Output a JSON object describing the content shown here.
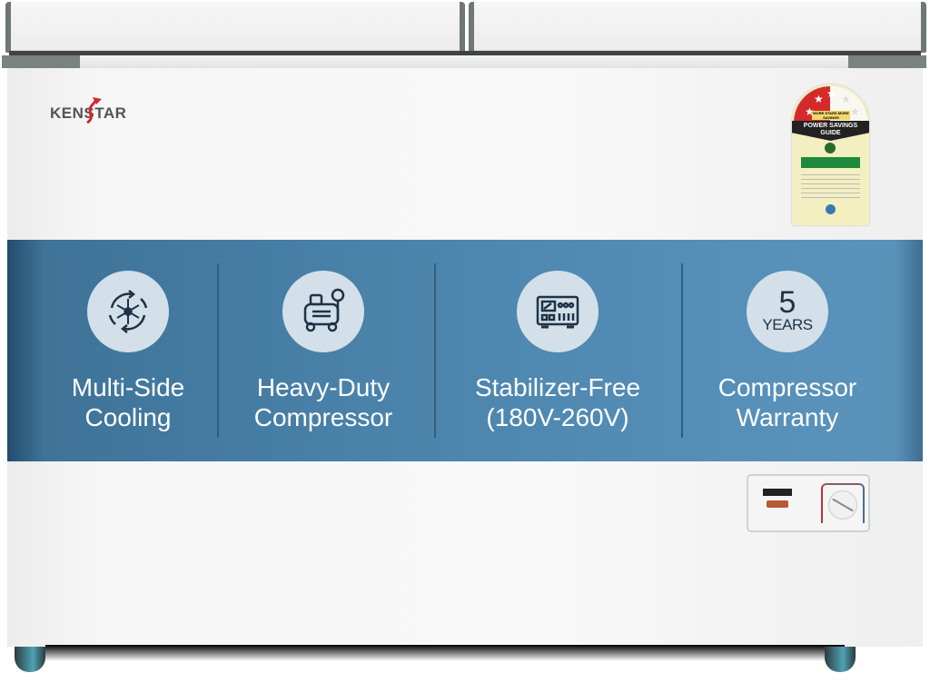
{
  "brand": {
    "logo_text": "KENSTAR"
  },
  "energy_label": {
    "tagline": "MORE STARS MORE SAVINGS",
    "title_line1": "POWER SAVINGS",
    "title_line2": "GUIDE",
    "star_rating": 3,
    "star_max": 5,
    "colors": {
      "filled_star_bg": "#d42a2a",
      "background": "#f4efc1"
    }
  },
  "features": [
    {
      "icon": "snowflake-cycle-icon",
      "line1": "Multi-Side",
      "line2": "Cooling"
    },
    {
      "icon": "compressor-icon",
      "line1": "Heavy-Duty",
      "line2": "Compressor"
    },
    {
      "icon": "voltage-stabilizer-icon",
      "line1": "Stabilizer-Free",
      "line2": "(180V-260V)"
    },
    {
      "icon": "warranty-badge",
      "badge_number": "5",
      "badge_unit": "YEARS",
      "line1": "Compressor",
      "line2": "Warranty"
    }
  ],
  "colors": {
    "band": "#4a82aa",
    "icon_circle": "#d3e0e9",
    "icon_ink": "#1d3346",
    "feature_text": "#ffffff"
  }
}
